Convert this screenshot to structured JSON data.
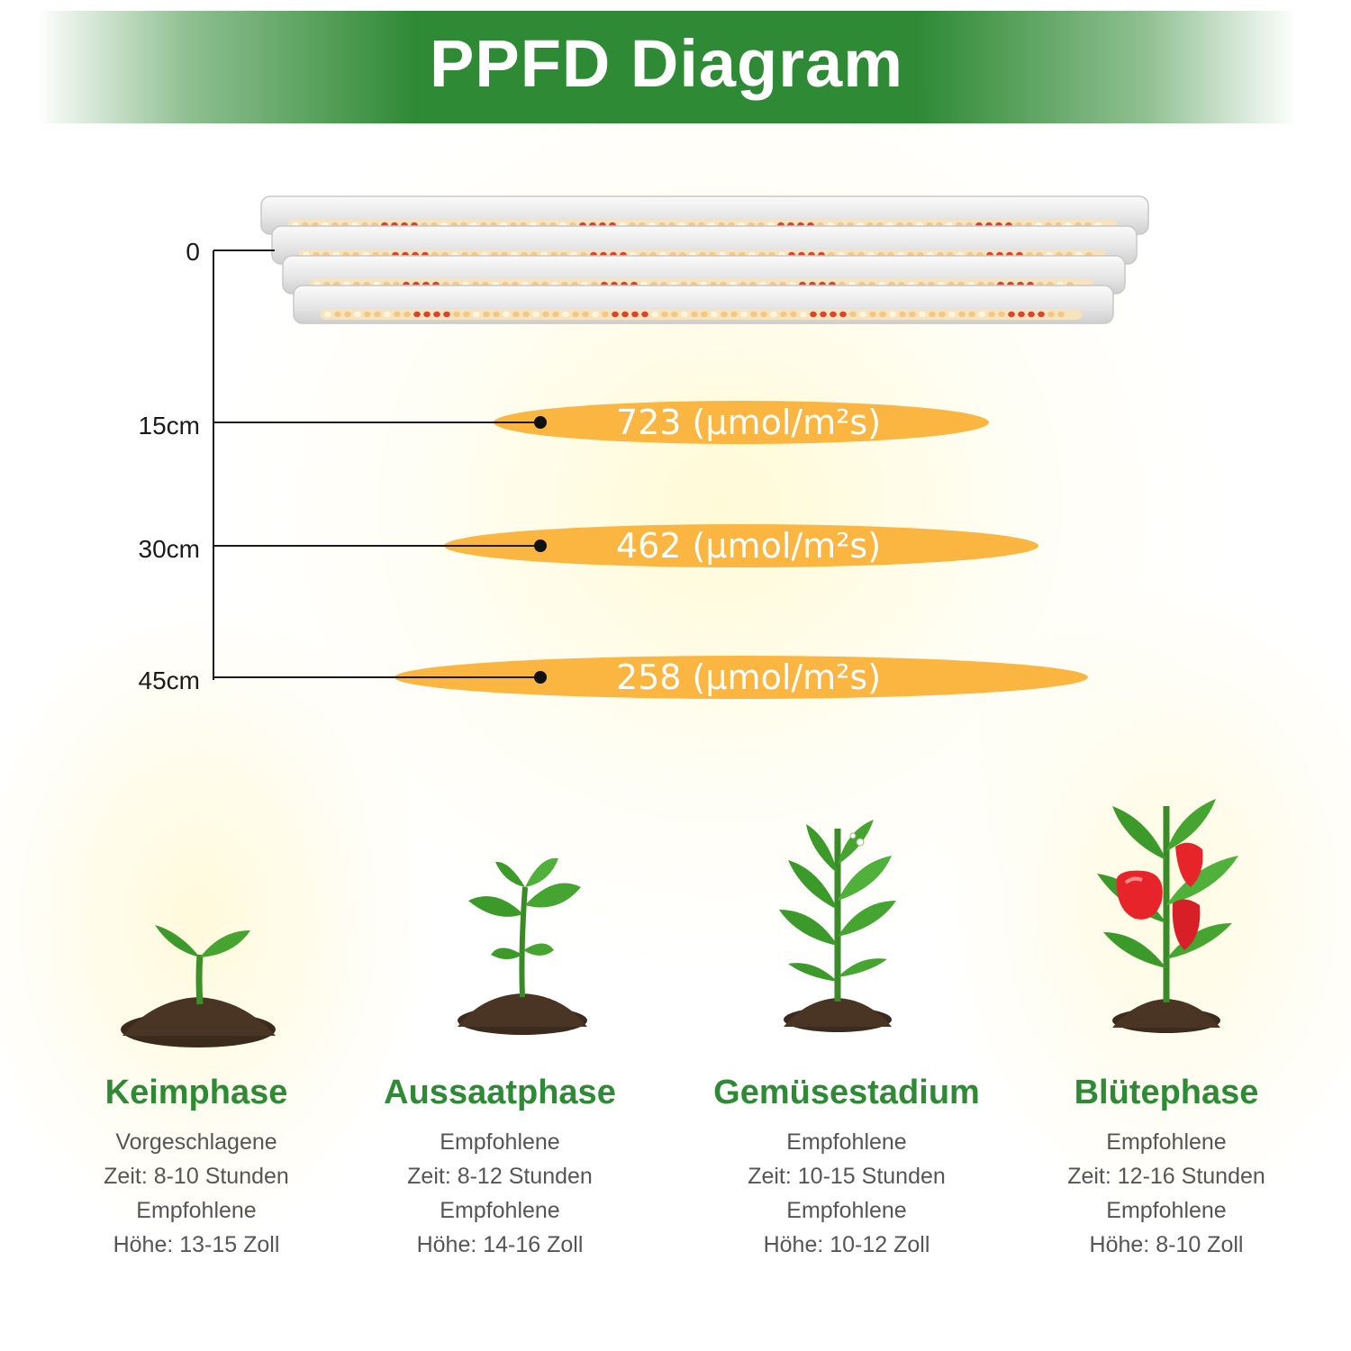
{
  "header": {
    "title": "PPFD Diagram"
  },
  "colors": {
    "accent_green": "#2f8a35",
    "ppfd_ellipse": "#fbb642",
    "red_led": "#d9432f",
    "warm_led": "#f3c886"
  },
  "lamp": {
    "tube_count": 4,
    "icon": "led-grow-light-tubes"
  },
  "distance_axis": {
    "labels": [
      "0",
      "15cm",
      "30cm",
      "45cm"
    ]
  },
  "chart_data": {
    "type": "table",
    "columns": [
      "distance",
      "ppfd"
    ],
    "x": [
      15,
      30,
      45
    ],
    "x_labels": [
      "15cm",
      "30cm",
      "45cm"
    ],
    "values": [
      723,
      462,
      258
    ],
    "value_labels": [
      "723 (µmol/m²s)",
      "462 (µmol/m²s)",
      "258 (µmol/m²s)"
    ],
    "unit": "µmol/m²s"
  },
  "stages": [
    {
      "icon": "sprout-icon",
      "name": "Keimphase",
      "lines": [
        "Vorgeschlagene",
        "Zeit: 8-10 Stunden",
        "Empfohlene",
        "Höhe: 13-15 Zoll"
      ]
    },
    {
      "icon": "seedling-icon",
      "name": "Aussaatphase",
      "lines": [
        "Empfohlene",
        "Zeit: 8-12 Stunden",
        "Empfohlene",
        "Höhe: 14-16 Zoll"
      ]
    },
    {
      "icon": "vegetable-plant-icon",
      "name": "Gemüsestadium",
      "lines": [
        "Empfohlene",
        "Zeit: 10-15 Stunden",
        "Empfohlene",
        "Höhe: 10-12 Zoll"
      ]
    },
    {
      "icon": "pepper-plant-icon",
      "name": "Blütephase",
      "lines": [
        "Empfohlene",
        "Zeit: 12-16 Stunden",
        "Empfohlene",
        "Höhe: 8-10 Zoll"
      ]
    }
  ]
}
